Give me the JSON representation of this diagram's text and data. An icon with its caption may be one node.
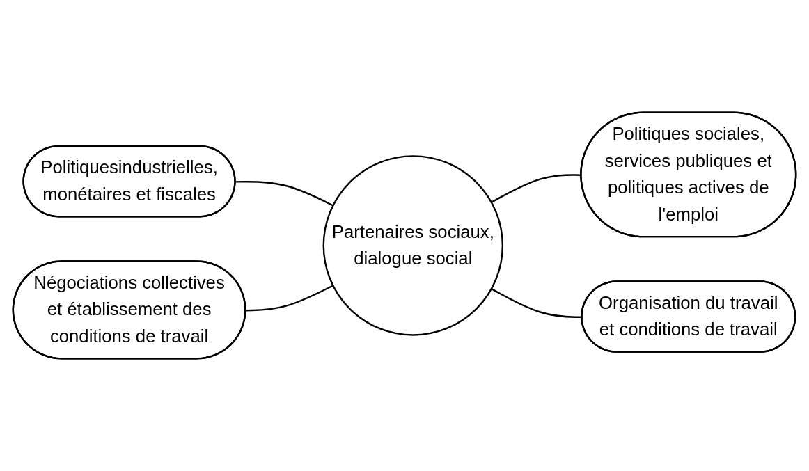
{
  "diagram": {
    "nodes": [
      {
        "text": [
          "Politiquesindustrielles, monétaires et fiscales"
        ]
      },
      {
        "text": [
          "Négociations collectives et établissement des conditions de travail"
        ]
      },
      {
        "text": [
          "Partenaires sociaux, dialogue social"
        ]
      },
      {
        "text": [
          "Politiques sociales, services publiques et politiques actives de l'emploi"
        ]
      },
      {
        "text": [
          "Organisation du travail et conditions de travail"
        ]
      }
    ],
    "edges": [
      {
        "from": 0,
        "to": 2,
        "arrow": "none"
      },
      {
        "from": 1,
        "to": 2,
        "arrow": "none"
      },
      {
        "from": 2,
        "to": 3,
        "arrow": "none"
      },
      {
        "from": 2,
        "to": 4,
        "arrow": "none"
      }
    ]
  }
}
